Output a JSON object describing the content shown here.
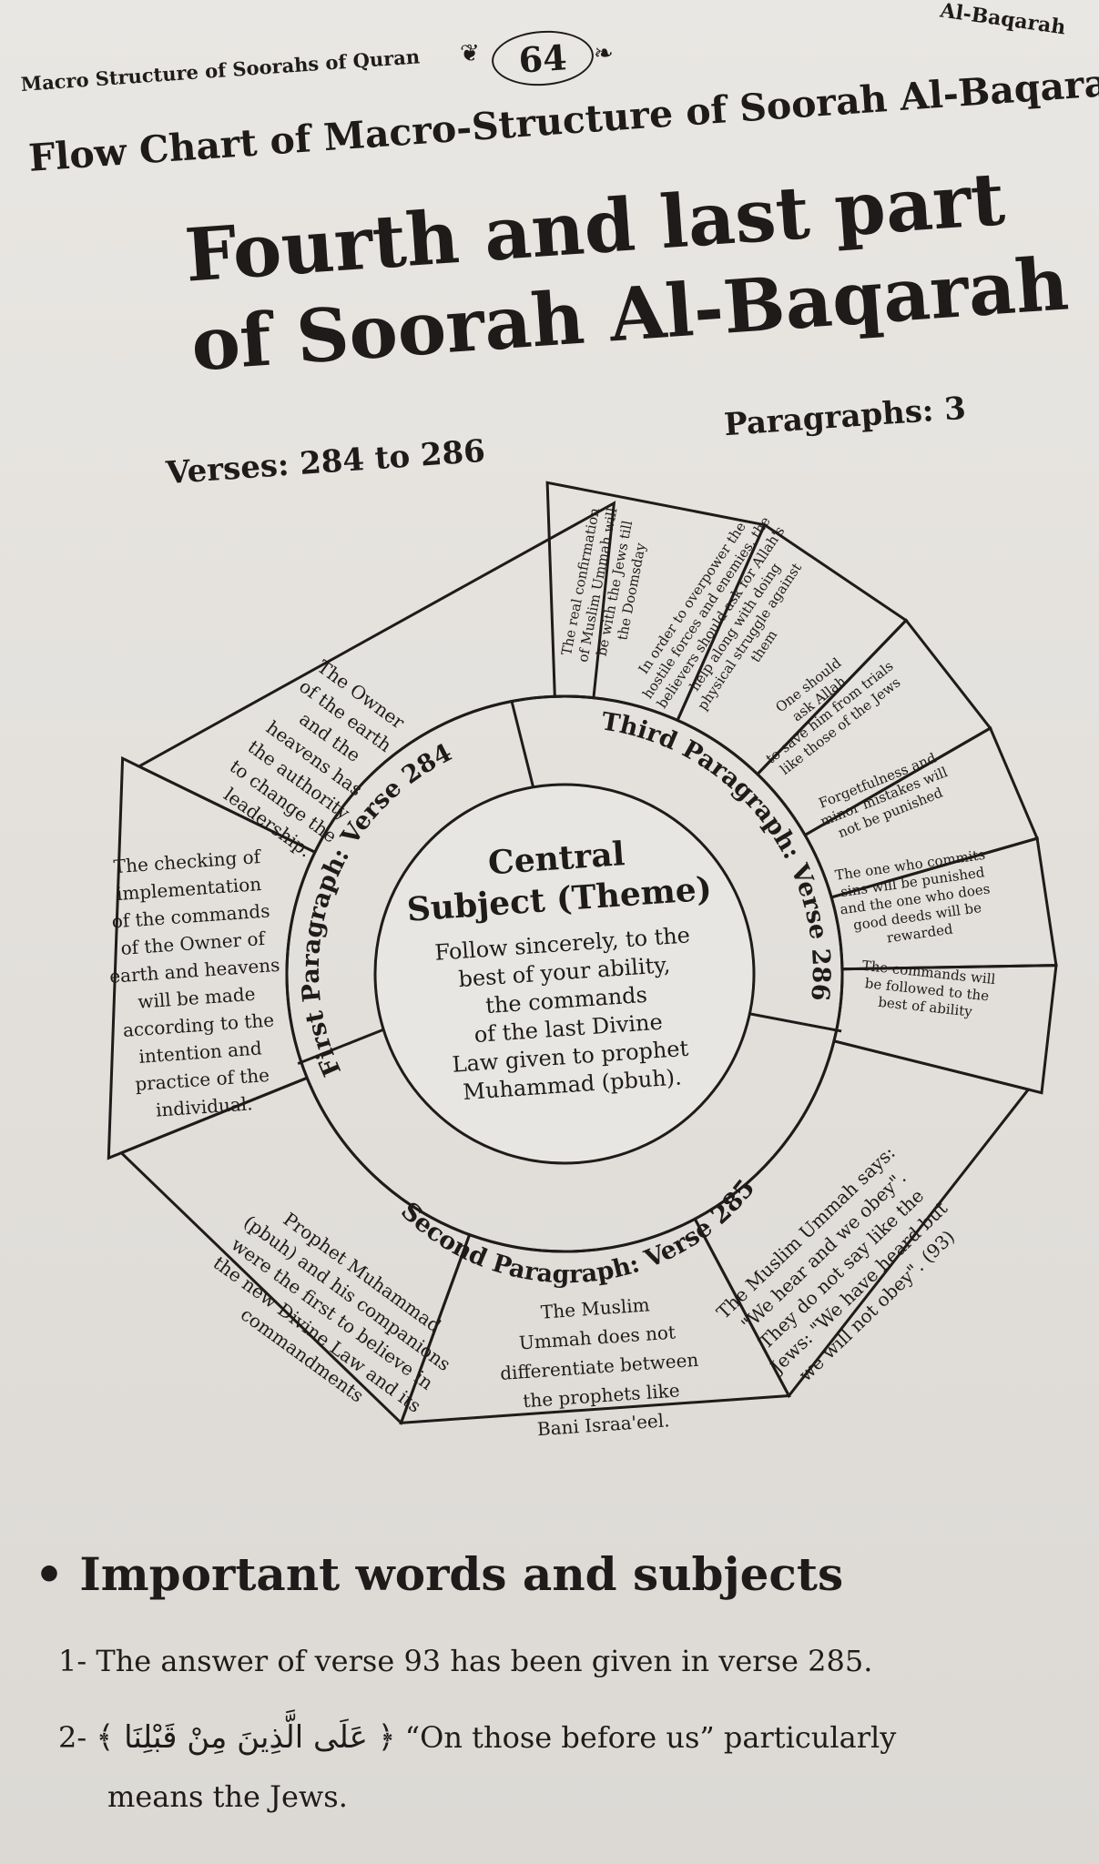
{
  "header": {
    "left": "Macro Structure of Soorahs of Quran",
    "right": "Al-Baqarah",
    "page_number": "64"
  },
  "titles": {
    "flow_chart": "Flow Chart of Macro-Structure of Soorah Al-Baqarah",
    "main_line1": "Fourth and last part",
    "main_line2": "of Soorah Al-Baqarah",
    "verses": "Verses: 284 to 286",
    "paragraphs": "Paragraphs: 3"
  },
  "diagram": {
    "center": {
      "title_line1": "Central",
      "title_line2": "Subject (Theme)",
      "body": [
        "Follow sincerely, to the",
        "best of your ability,",
        "the commands",
        "of the last Divine",
        "Law given to prophet",
        "Muhammad (pbuh)."
      ]
    },
    "first": {
      "label": "First Paragraph: Verse 284",
      "segments": [
        [
          "The checking of",
          "implementation",
          "of the commands",
          "of the Owner of",
          "earth and heavens",
          "will be made",
          "according to the",
          "intention and",
          "practice of the",
          "individual."
        ],
        [
          "The Owner",
          "of the earth",
          "and the",
          "heavens has",
          "the authority",
          "to change the",
          "leadership."
        ]
      ]
    },
    "third": {
      "label": "Third Paragraph: Verse 286",
      "segments": [
        [
          "The real confirmation",
          "of Muslim Ummah will",
          "be with the Jews till",
          "the Doomsday"
        ],
        [
          "In order to overpower the",
          "hostile forces and enemies, the",
          "believers should ask for Allah's",
          "help along with doing",
          "physical struggle against",
          "them"
        ],
        [
          "One should",
          "ask Allah",
          "to save him from trials",
          "like those of the Jews"
        ],
        [
          "Forgetfulness and",
          "minor mistakes will",
          "not be punished"
        ],
        [
          "The one who commits",
          "sins will be punished",
          "and the one who does",
          "good deeds will be",
          "rewarded"
        ],
        [
          "The commands will",
          "be followed to the",
          "best of ability"
        ]
      ]
    },
    "second": {
      "label": "Second Paragraph: Verse 285",
      "segments": [
        [
          "Prophet Muhammad",
          "(pbuh) and his companions",
          "were the first to believe in",
          "the new Divine Law and its",
          "commandments"
        ],
        [
          "The Muslim",
          "Ummah does not",
          "differentiate between",
          "the prophets like",
          "Bani Israa'eel."
        ],
        [
          "The Muslim Ummah says:",
          "\"We hear and we obey\".",
          "They do not say like the",
          "Jews: \"We have heard but",
          "we will not obey\". (93)"
        ]
      ]
    }
  },
  "important": {
    "title": "Important words and subjects",
    "items": [
      {
        "num": "1-",
        "text": "The answer of verse 93 has been given in verse 285."
      },
      {
        "num": "2-",
        "arabic": "﴿ عَلَى الَّذِينَ مِنْ قَبْلِنَا ﴾",
        "text": "“On those before us” particularly",
        "text2": "means the Jews."
      }
    ]
  }
}
